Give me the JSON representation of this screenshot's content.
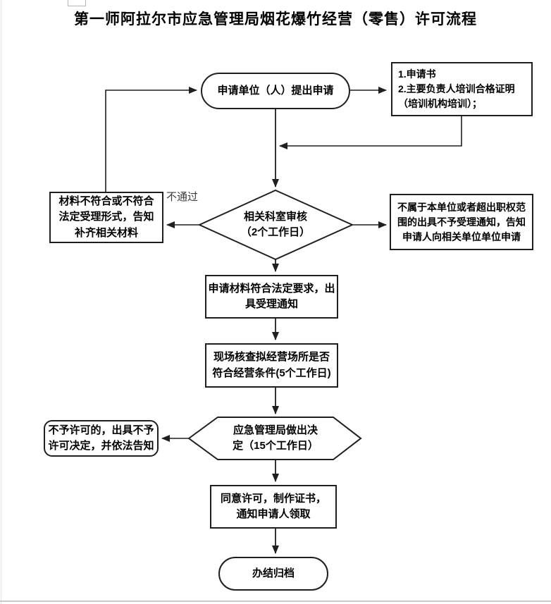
{
  "title": "第一师阿拉尔市应急管理局烟花爆竹经营（零售）许可流程",
  "nodes": {
    "start": "申请单位（人）提出申请",
    "materials": "1.申请书\n2.主要负责人培训合格证明\n（培训机构培训）；",
    "review": "相关科室审核\n（2个工作日）",
    "supplement": "材料不符合或不符合\n法定受理形式，告知\n补齐相关材料",
    "not_accepted": "不属于本单位或者超出职权范\n围的出具不予受理通知，告知\n申请人向相关单位单位申请",
    "accept": "申请材料符合法定要求，出\n具受理通知",
    "site_check": "现场核查拟经营场所是否\n符合经营条件(5个工作日)",
    "decision": "应急管理局做出决\n定（15个工作日）",
    "deny": "不予许可的，出具不予\n许可决定，并依法告知",
    "approve": "同意许可，制作证书，\n通知申请人领取",
    "end": "办结归档"
  },
  "labels": {
    "fail": "不通过"
  },
  "colors": {
    "stroke": "#1f1f1f",
    "fill": "#ffffff"
  }
}
